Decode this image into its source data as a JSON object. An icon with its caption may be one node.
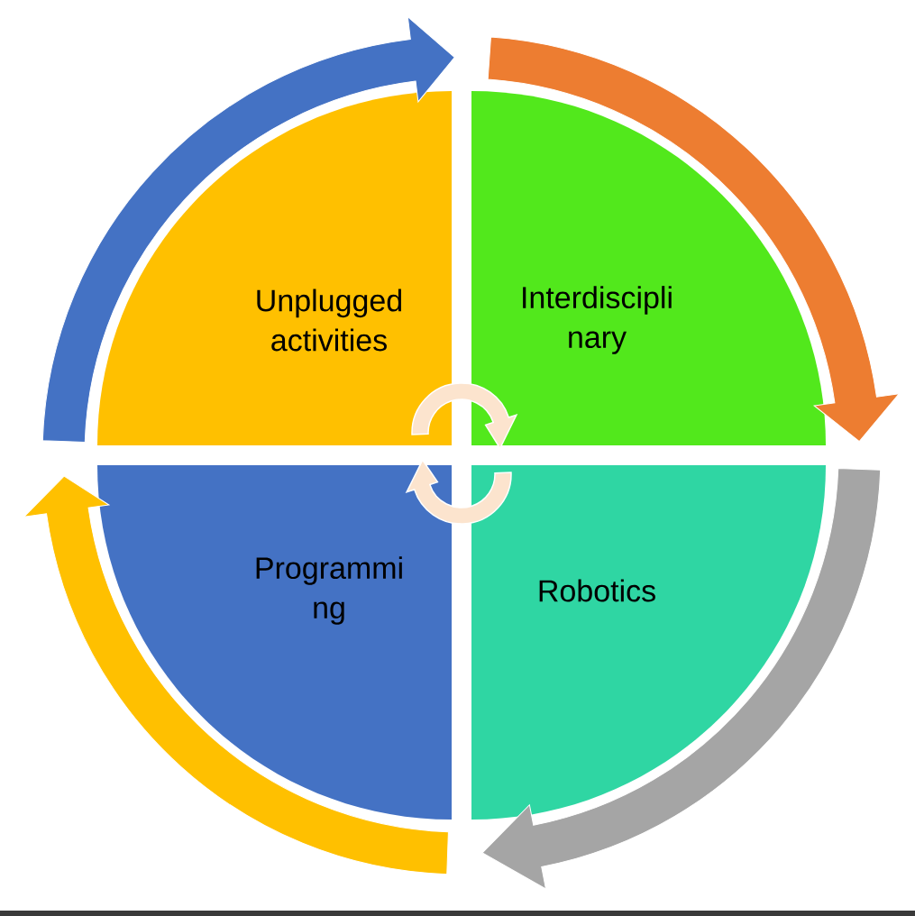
{
  "diagram": {
    "nodes": [
      {
        "text": [
          "Unplugged activities"
        ]
      },
      {
        "text": [
          "Interdiscipli nary"
        ]
      },
      {
        "text": [
          "Programmi ng"
        ]
      },
      {
        "text": [
          "Robotics"
        ]
      }
    ]
  }
}
